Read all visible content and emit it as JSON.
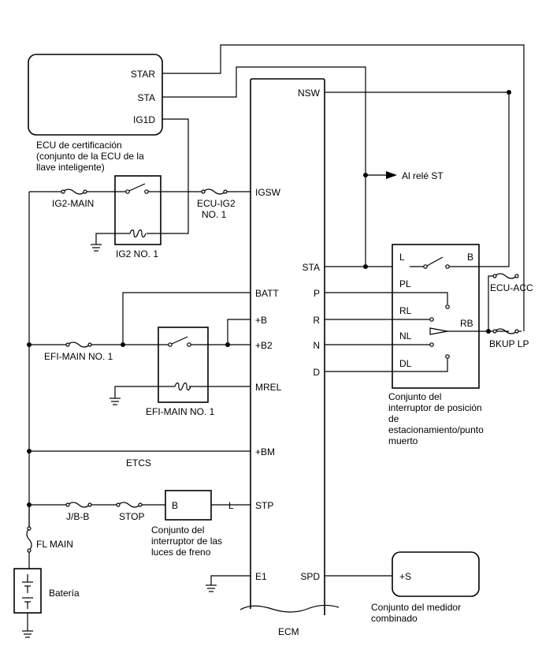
{
  "labels": {
    "star": "STAR",
    "sta_cert": "STA",
    "ig1d": "IG1D",
    "cert_ecu_line1": "ECU de certificación",
    "cert_ecu_line2": "(conjunto de la ECU de la",
    "cert_ecu_line3": "llave inteligente)",
    "nsw": "NSW",
    "al_rele_st": "Al relé ST",
    "ig2_main": "IG2-MAIN",
    "ecu_ig2_line1": "ECU-IG2",
    "ecu_ig2_line2": "NO. 1",
    "igsw": "IGSW",
    "ig2_no1": "IG2 NO. 1",
    "sta_ecm": "STA",
    "sw_l": "L",
    "sw_b": "B",
    "ecu_acc": "ECU-ACC",
    "batt": "BATT",
    "p": "P",
    "pl": "PL",
    "plus_b": "+B",
    "r": "R",
    "rl": "RL",
    "rb": "RB",
    "efi_main_no1": "EFI-MAIN NO. 1",
    "plus_b2": "+B2",
    "n": "N",
    "nl": "NL",
    "bkup_lp": "BKUP LP",
    "d": "D",
    "dl": "DL",
    "mrel": "MREL",
    "efi_main_no1_relay": "EFI-MAIN NO. 1",
    "park_sw_line1": "Conjunto del",
    "park_sw_line2": "interruptor de posición",
    "park_sw_line3": "de",
    "park_sw_line4": "estacionamiento/punto",
    "park_sw_line5": "muerto",
    "etcs": "ETCS",
    "plus_bm": "+BM",
    "jb_b": "J/B-B",
    "stop": "STOP",
    "stop_b": "B",
    "stop_l": "L",
    "stp": "STP",
    "stop_sw_line1": "Conjunto del",
    "stop_sw_line2": "interruptor de las",
    "stop_sw_line3": "luces de freno",
    "fl_main": "FL MAIN",
    "e1": "E1",
    "spd": "SPD",
    "plus_s": "+S",
    "meter_line1": "Conjunto del medidor",
    "meter_line2": "combinado",
    "bateria": "Batería",
    "ecm": "ECM"
  }
}
